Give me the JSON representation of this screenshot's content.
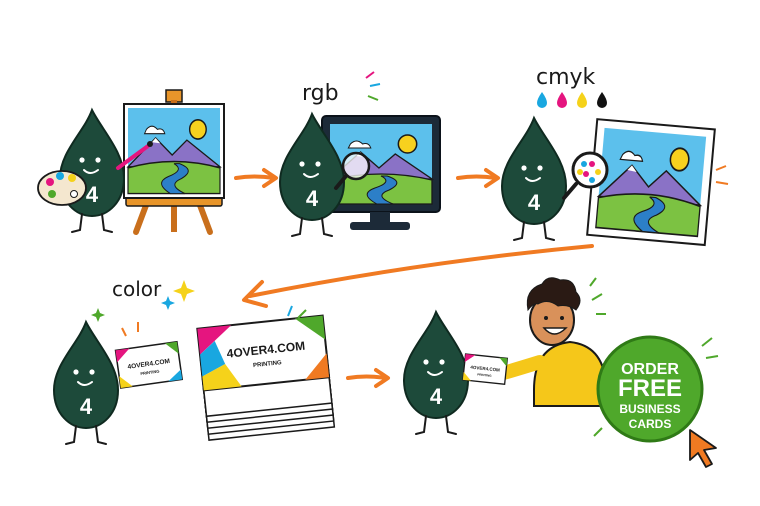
{
  "labels": {
    "rgb": "rgb",
    "cmyk": "cmyk",
    "color": "color"
  },
  "mascot": {
    "badge_number": "4"
  },
  "card": {
    "brand_line1": "4OVER4.COM",
    "brand_line2": "PRINTING"
  },
  "cta": {
    "line1": "ORDER",
    "line2": "FREE",
    "line3": "BUSINESS",
    "line4": "CARDS"
  },
  "colors": {
    "ink": "#1d4a3a",
    "arrow": "#f07a22",
    "cta_green": "#4fa82b",
    "cyan": "#19a7e0",
    "magenta": "#e5157f",
    "yellow": "#f5d21a",
    "black": "#111111",
    "sky": "#5cc0ec",
    "grass": "#7cc242",
    "mountain": "#8a72c6",
    "river": "#2c7fc8"
  },
  "icons": [
    "palette-icon",
    "easel-icon",
    "monitor-icon",
    "magnifier-icon",
    "ink-drop-icon",
    "cursor-icon",
    "sparkle-icon"
  ]
}
